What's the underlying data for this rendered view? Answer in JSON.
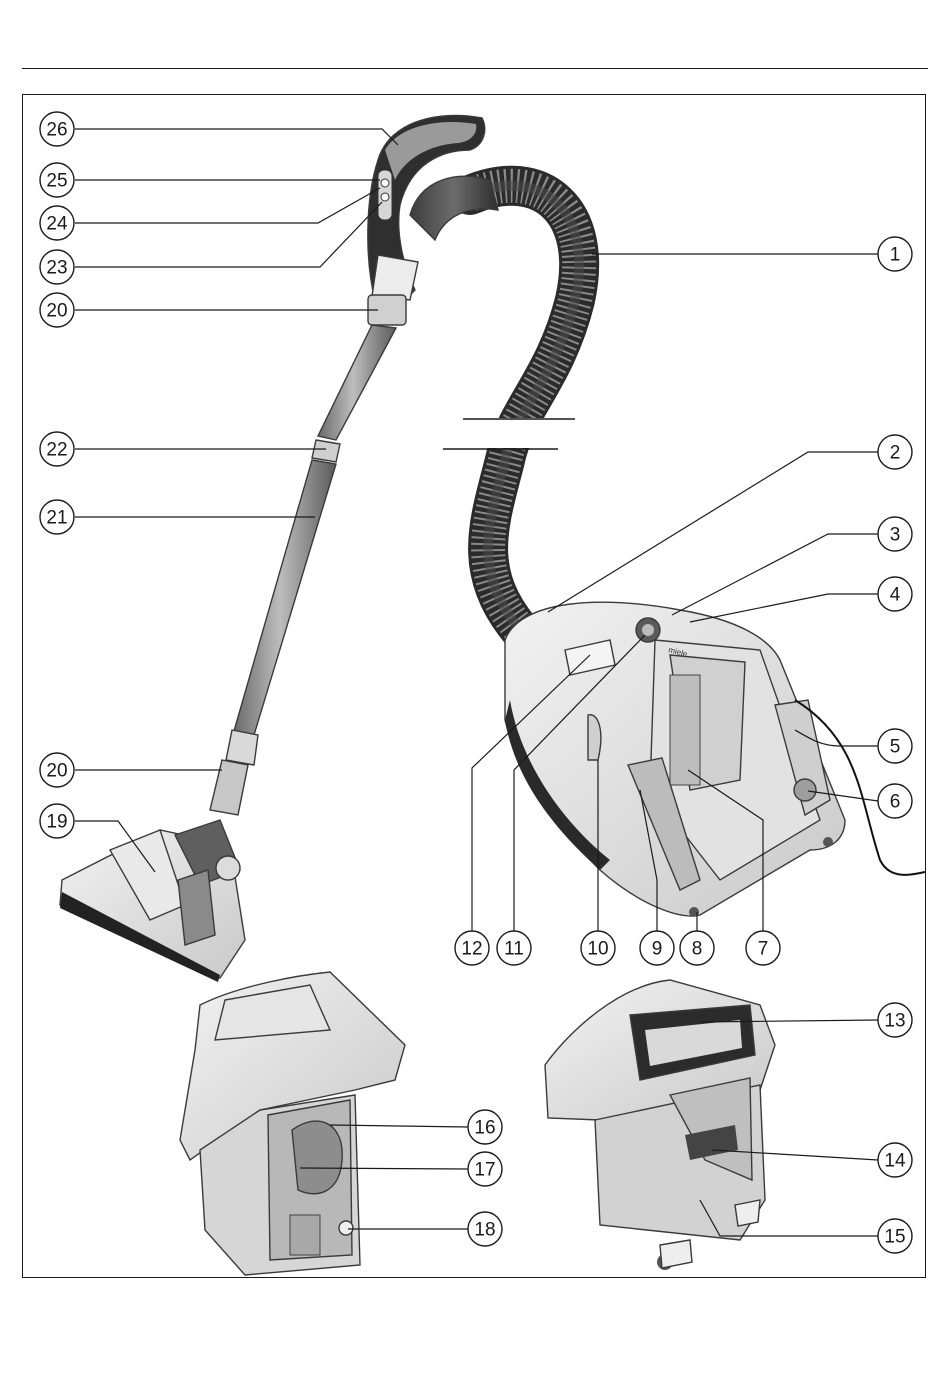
{
  "diagram": {
    "title": "",
    "callouts": [
      {
        "id": "1",
        "label": "1"
      },
      {
        "id": "2",
        "label": "2"
      },
      {
        "id": "3",
        "label": "3"
      },
      {
        "id": "4",
        "label": "4"
      },
      {
        "id": "5",
        "label": "5"
      },
      {
        "id": "6",
        "label": "6"
      },
      {
        "id": "7",
        "label": "7"
      },
      {
        "id": "8",
        "label": "8"
      },
      {
        "id": "9",
        "label": "9"
      },
      {
        "id": "10",
        "label": "10"
      },
      {
        "id": "11",
        "label": "11"
      },
      {
        "id": "12",
        "label": "12"
      },
      {
        "id": "13",
        "label": "13"
      },
      {
        "id": "14",
        "label": "14"
      },
      {
        "id": "15",
        "label": "15"
      },
      {
        "id": "16",
        "label": "16"
      },
      {
        "id": "17",
        "label": "17"
      },
      {
        "id": "18",
        "label": "18"
      },
      {
        "id": "19",
        "label": "19"
      },
      {
        "id": "20a",
        "label": "20"
      },
      {
        "id": "20b",
        "label": "20"
      },
      {
        "id": "21",
        "label": "21"
      },
      {
        "id": "22",
        "label": "22"
      },
      {
        "id": "23",
        "label": "23"
      },
      {
        "id": "24",
        "label": "24"
      },
      {
        "id": "25",
        "label": "25"
      },
      {
        "id": "26",
        "label": "26"
      }
    ],
    "brand_mark": "miele"
  }
}
